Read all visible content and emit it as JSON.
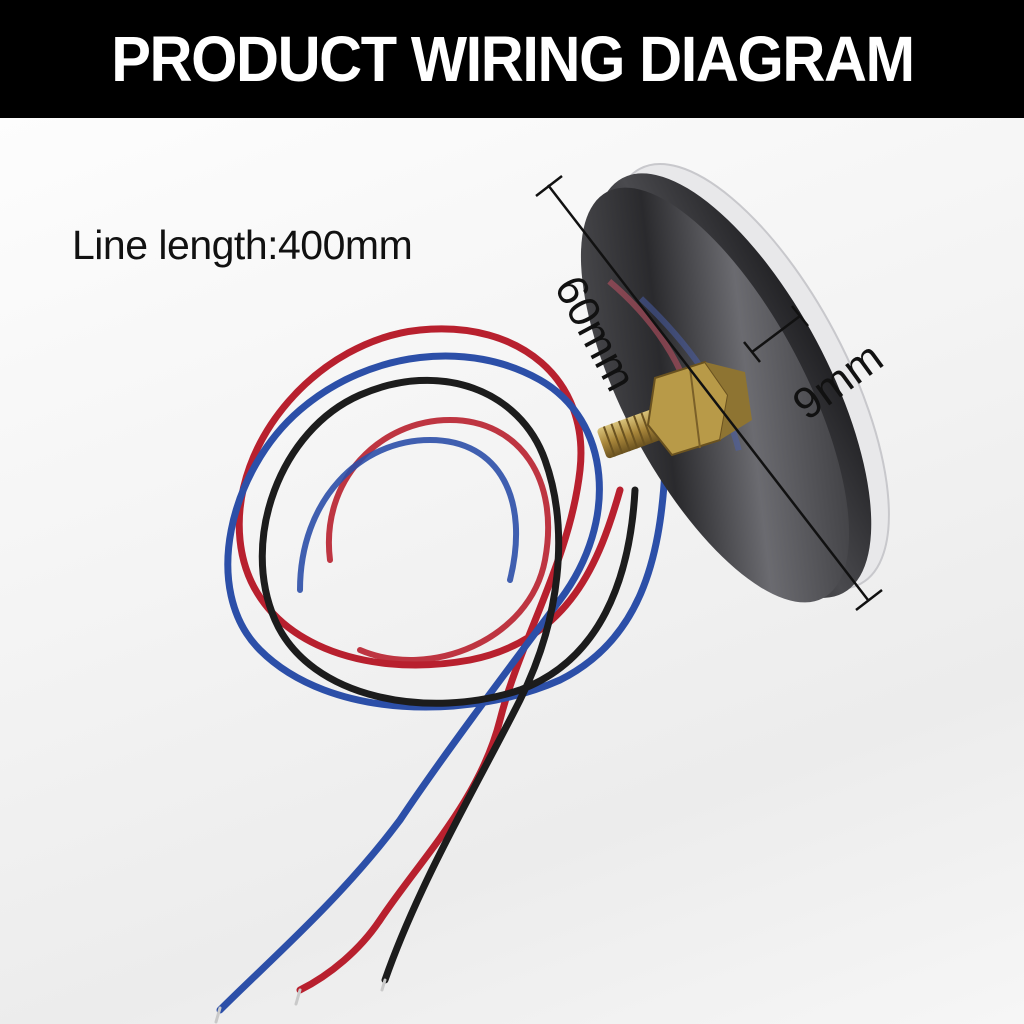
{
  "header": {
    "title": "PRODUCT WIRING DIAGRAM",
    "background": "#000000",
    "text_color": "#ffffff"
  },
  "annotations": {
    "line_length": "Line length:400mm",
    "diameter": "60mm",
    "thickness": "9mm"
  },
  "product": {
    "type": "round LED light with threaded stud mount",
    "body_color": "#3a3a3c",
    "lens": "clear",
    "mount": "threaded bolt with hex nut",
    "wires": [
      {
        "color_name": "blue",
        "hex": "#2c4fa8"
      },
      {
        "color_name": "red",
        "hex": "#b8202e"
      },
      {
        "color_name": "black",
        "hex": "#1c1c1c"
      }
    ]
  }
}
